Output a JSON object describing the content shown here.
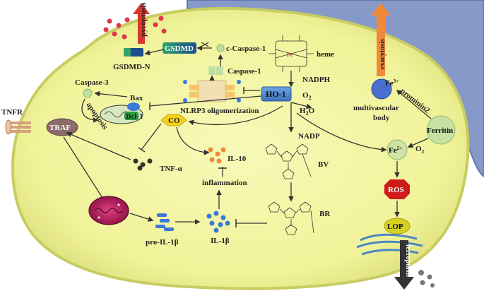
{
  "labels": {
    "pyroptosis": "pyroptosis",
    "exocytosis": "exocytosis",
    "gsdmd": "GSDMD",
    "gsdmd_n": "GSDMD-N",
    "c_caspase1": "c-Caspase-1",
    "caspase1": "Caspase-1",
    "heme": "heme",
    "nadph": "NADPH",
    "ho1": "HO-1",
    "o2": "O",
    "o2_sub": "2",
    "h2o": "H",
    "h2o_sub": "2",
    "h2o_tail": "O",
    "nlrp3": "NLRP3 oligomerization",
    "caspase3": "Caspase-3",
    "bax": "Bax",
    "apoptosis": "apoptosis",
    "bcl1": "Bcl-1",
    "tnfr": "TNFR",
    "traf": "TRAF",
    "co": "CO",
    "tnfa": "TNF-α",
    "il10": "IL-10",
    "inflammation": "inflammation",
    "nadp": "NADP",
    "bv": "BV",
    "br": "BR",
    "pro_il1b": "pro-IL-1β",
    "il1b": "IL-1β",
    "fe3": "Fe",
    "fe3_sup": "3+",
    "multivascular": "multivascular",
    "body": "body",
    "prominin2": "prominin2",
    "ferritin": "Ferritin",
    "fe2": "Fe",
    "fe2_sup": "2+",
    "o2b": "O",
    "o2b_sub": "2",
    "ros": "ROS",
    "lop": "LOP",
    "ferroptosis": "ferroptosis",
    "fe_atom": "Fe"
  },
  "colors": {
    "cell_fill": "#f4f6a0",
    "cell_edge": "#dfe28a",
    "cell_border": "#c7c95a",
    "membrane_blue": "#7f94c4",
    "membrane_blue_dark": "#5f78ad",
    "ho1_fill": "#5b8fd0",
    "co_fill": "#f3d11a",
    "ros_fill": "#d01b1b",
    "lop_fill": "#d6d21f",
    "ferritin_fill": "#c7e3a4",
    "fe2_fill": "#cfe3a4",
    "pyro_arrow": "#d9362c",
    "exo_arrow": "#f08a3a",
    "arrow": "#333333",
    "mito_fill": "#c3206b",
    "il_blue": "#3b78d8"
  }
}
